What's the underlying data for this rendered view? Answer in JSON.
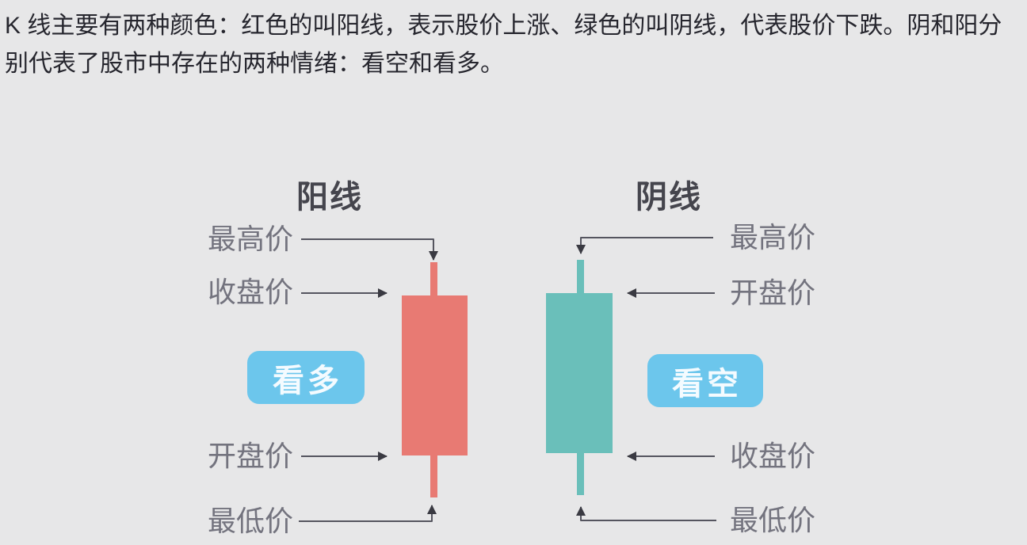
{
  "page": {
    "intro": "K 线主要有两种颜色：红色的叫阳线，表示股价上涨、绿色的叫阴线，代表股价下跌。阴和阳分别代表了股市中存在的两种情绪：看空和看多。"
  },
  "colors": {
    "background": "#e7e7e8",
    "bullish_red": "#e87a73",
    "bearish_teal": "#6abfba",
    "badge_blue": "#6cc6ec",
    "badge_text": "#f4fbff",
    "title_dark": "#45454d",
    "label_gray": "#73737e",
    "arrow_line": "#55555f",
    "arrow_head": "#3a3a42"
  },
  "bullish": {
    "title": "阳线",
    "badge": "看多",
    "labels": {
      "high": "最高价",
      "close": "收盘价",
      "open": "开盘价",
      "low": "最低价"
    }
  },
  "bearish": {
    "title": "阴线",
    "badge": "看空",
    "labels": {
      "high": "最高价",
      "open": "开盘价",
      "close": "收盘价",
      "low": "最低价"
    }
  }
}
